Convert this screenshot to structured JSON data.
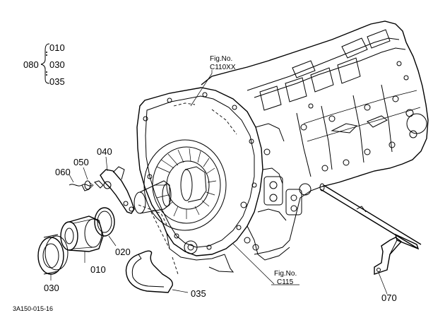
{
  "group_label": {
    "parent": "080",
    "items": [
      "010",
      "030",
      "035"
    ]
  },
  "figure_refs": [
    {
      "line1": "Fig.No.",
      "line2": "C110XX"
    },
    {
      "line1": "Fig.No.",
      "line2": "C115"
    }
  ],
  "part_labels": {
    "p040": "040",
    "p050": "050",
    "p060": "060",
    "p010": "010",
    "p020": "020",
    "p030": "030",
    "p035": "035",
    "p070": "070"
  },
  "drawing_code": "3A150-015-16"
}
